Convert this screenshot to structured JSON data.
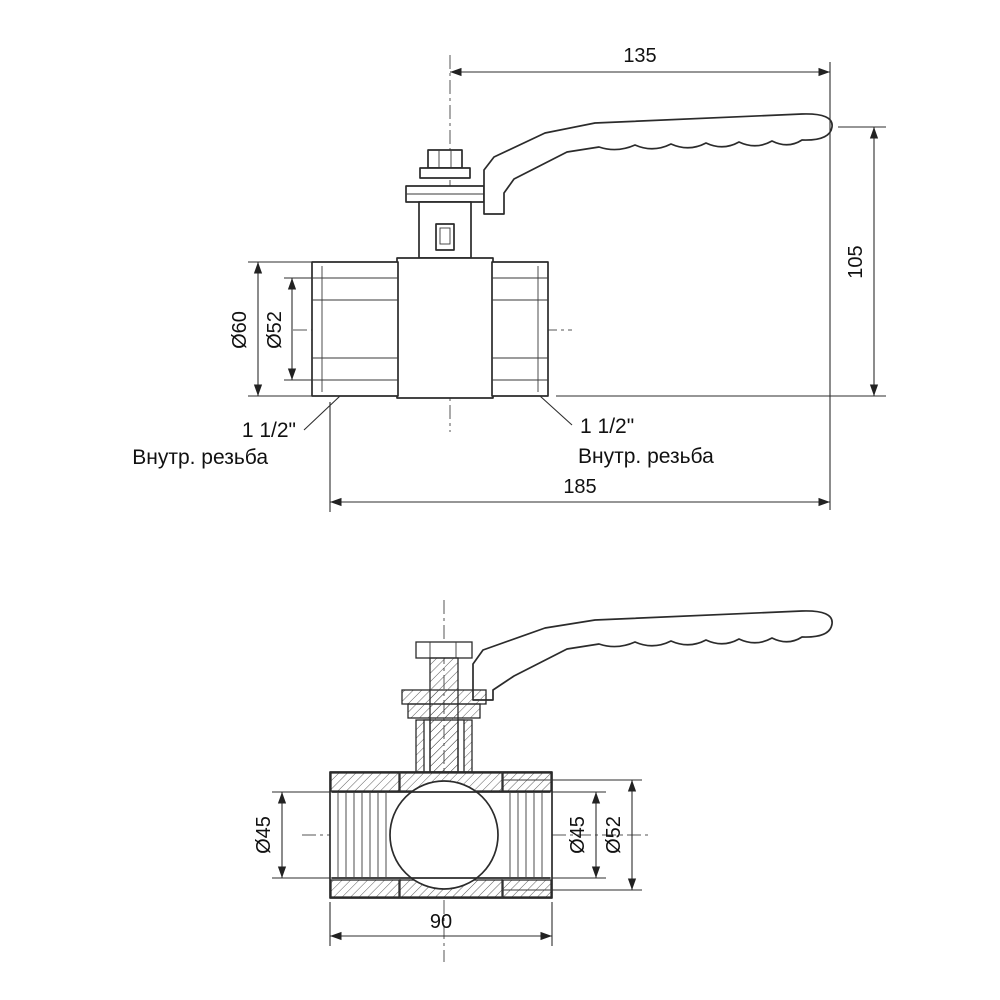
{
  "drawing": {
    "top_view": {
      "dim_length_135": "135",
      "dim_height_105": "105",
      "dim_d60": "Ø60",
      "dim_d52": "Ø52",
      "dim_total_185": "185",
      "thread_left_size": "1 1/2\"",
      "thread_left_type": "Внутр. резьба",
      "thread_right_size": "1 1/2\"",
      "thread_right_type": "Внутр. резьба"
    },
    "section_view": {
      "dim_d45_left": "Ø45",
      "dim_d45_right": "Ø45",
      "dim_d52": "Ø52",
      "dim_width_90": "90"
    }
  }
}
